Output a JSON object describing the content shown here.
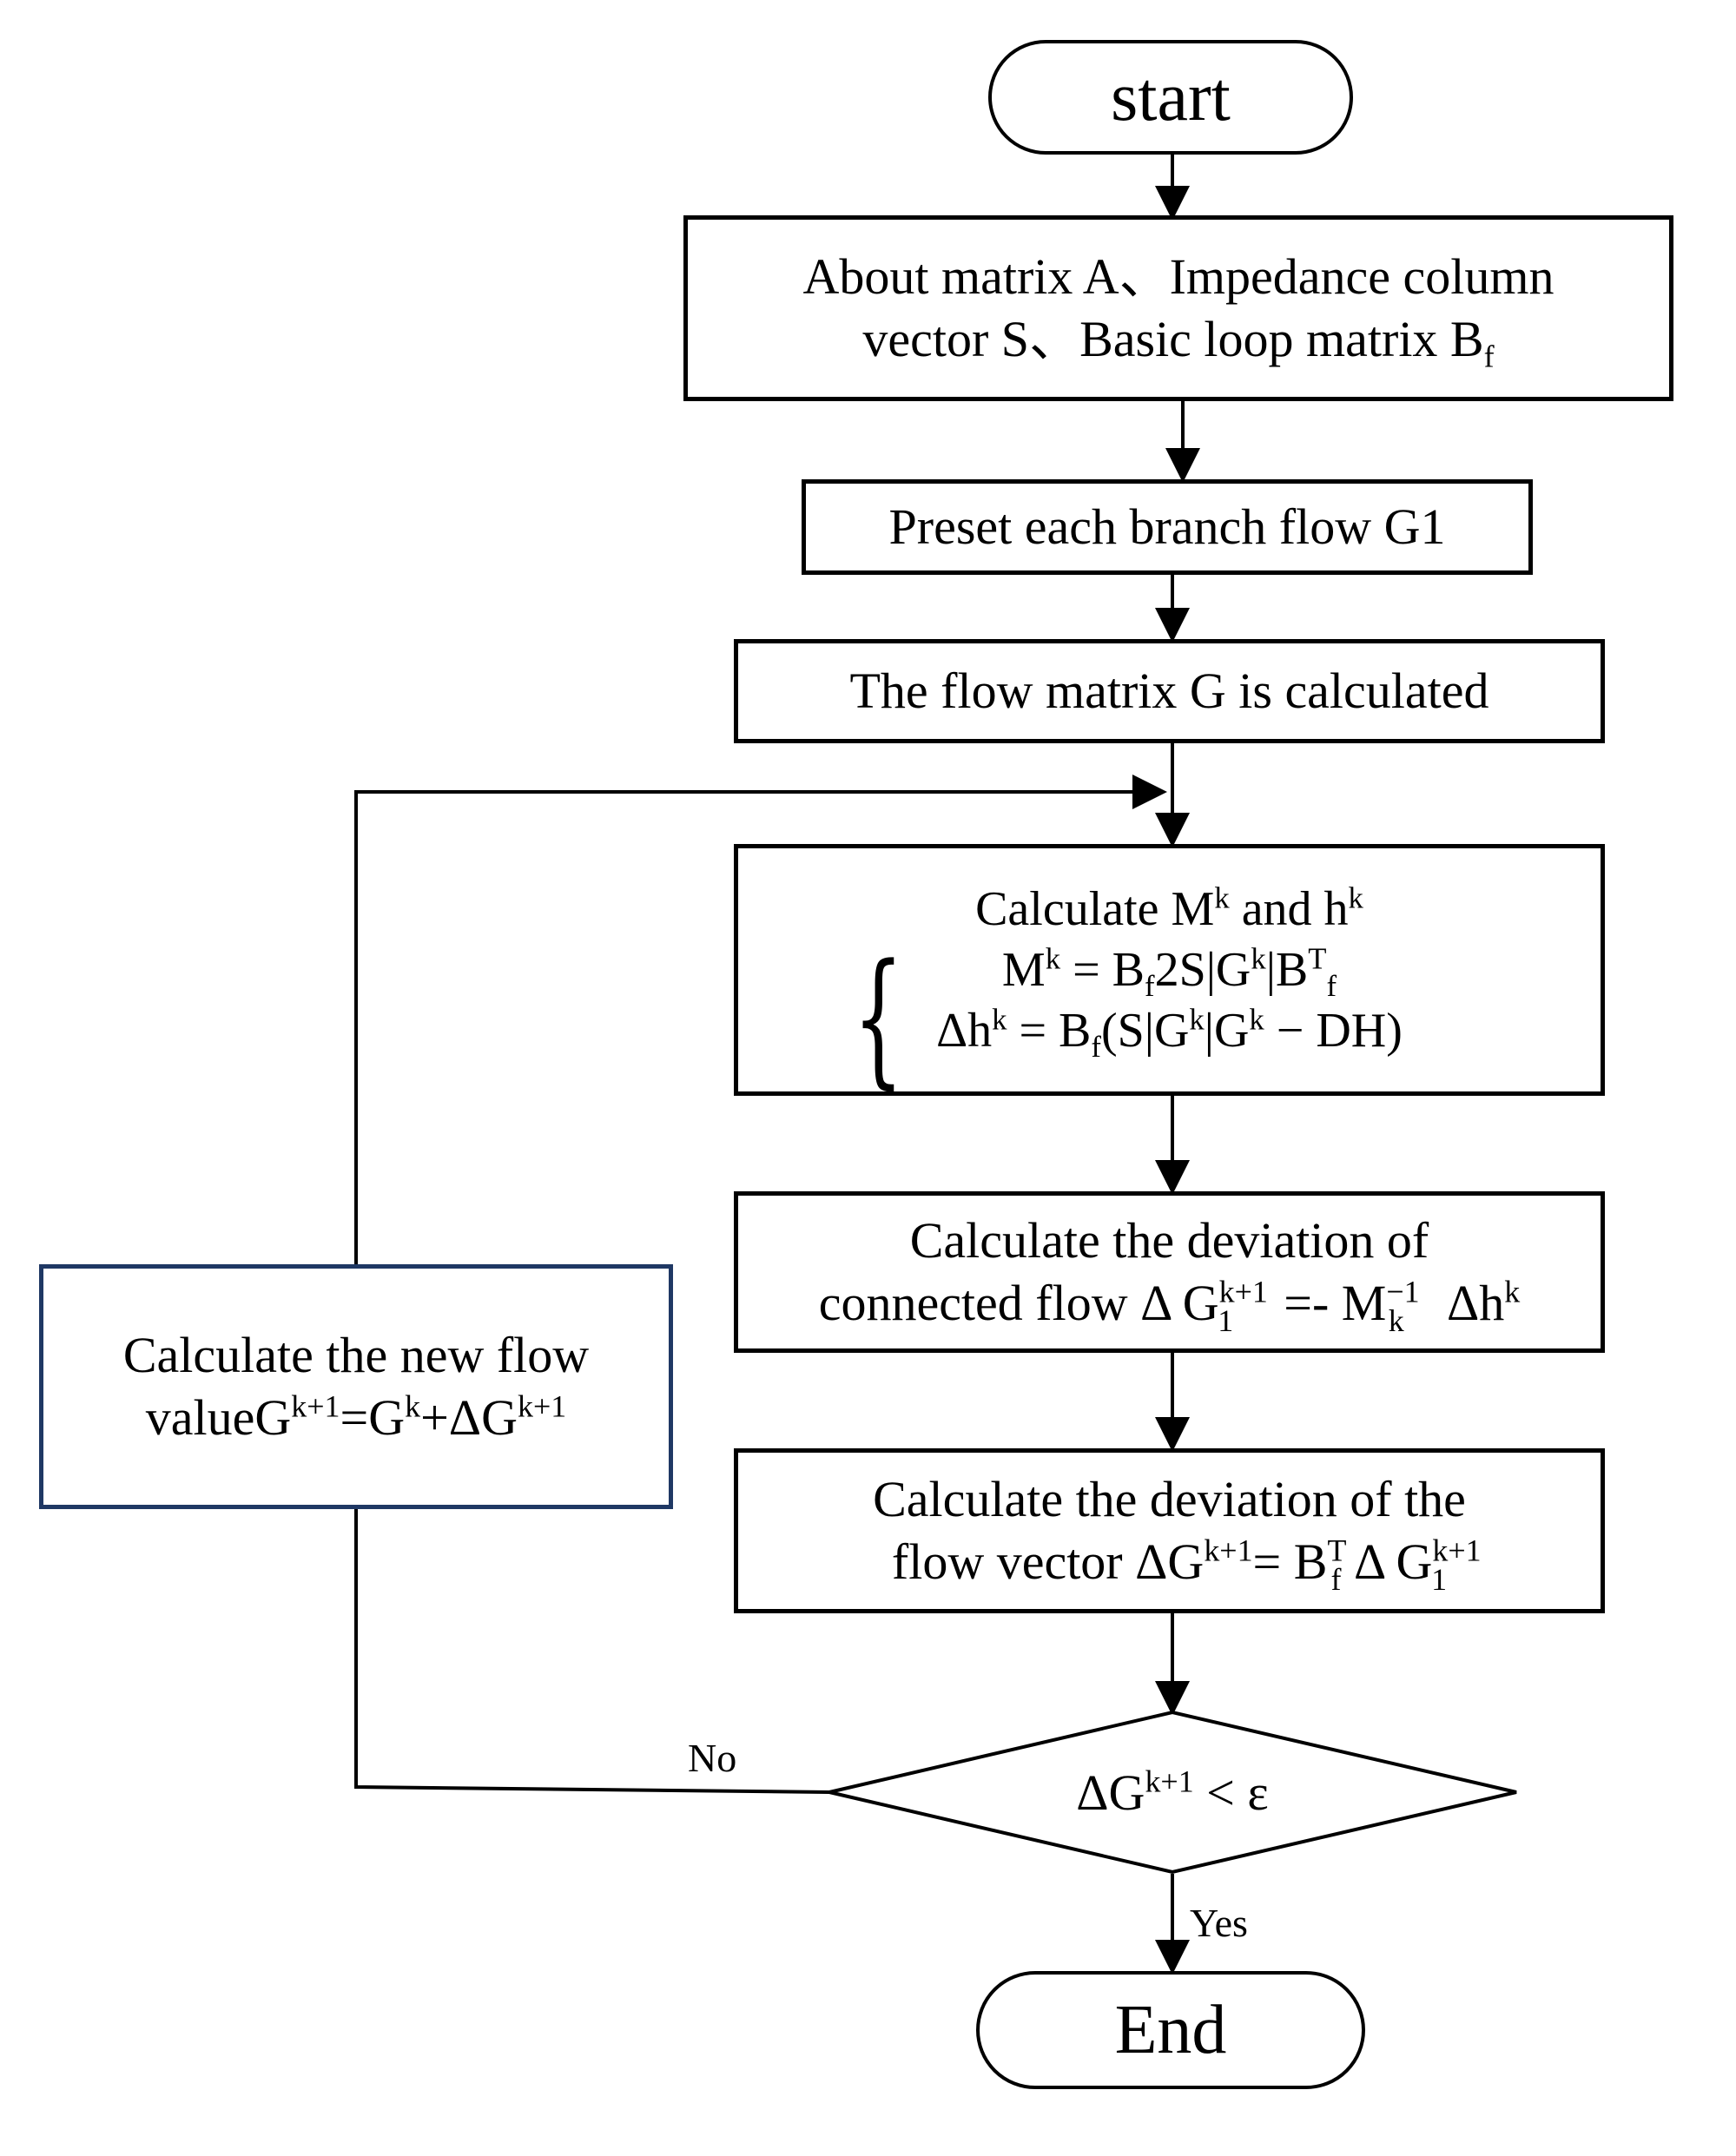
{
  "nodes": {
    "start": {
      "label": "start"
    },
    "inputs": {
      "line1": "About matrix A、Impedance column",
      "line2": "vector S、Basic loop matrix B",
      "line2_sub": "f"
    },
    "preset": {
      "label": "Preset each branch flow G1"
    },
    "flow_matrix": {
      "label": "The flow matrix G is calculated"
    },
    "calc_mh": {
      "title_pre": "Calculate M",
      "k": "k",
      "title_mid": " and h",
      "eq1_lhs": "M",
      "eq1_rhs_a": " = B",
      "f": "f",
      "eq1_rhs_b": "2S|G",
      "eq1_rhs_c": "|B",
      "T": "T",
      "eq2_lhs": "Δh",
      "eq2_rhs_a": " = B",
      "eq2_rhs_b": "(S|G",
      "eq2_rhs_c": "|G",
      "eq2_rhs_d": " − DH)"
    },
    "deviation_connected": {
      "line1": "Calculate the deviation of",
      "line2_a": "connected flow Δ G",
      "sup_k1": "k+1",
      "sub_1": "1",
      "line2_b": "=- M",
      "sup_m1": "−1",
      "sub_k": "k",
      "line2_c": " Δh",
      "sup_k": "k"
    },
    "deviation_vector": {
      "line1": "Calculate the deviation of the",
      "line2_a": "flow vector ΔG",
      "sup_k1": "k+1",
      "line2_b": "= B",
      "sup_T": "T",
      "sub_f": "f",
      "line2_c": " Δ G",
      "sup_k1b": "k+1",
      "sub_1": "1"
    },
    "new_flow": {
      "line1": "Calculate the new flow",
      "line2_a": "valueG",
      "sup_k1": "k+1",
      "line2_b": "=G",
      "sup_k": "k",
      "line2_c": "+ΔG",
      "sup_k1b": "k+1"
    },
    "decision": {
      "text_a": "ΔG",
      "sup_k1": "k+1",
      "text_b": " < ε"
    },
    "end": {
      "label": "End"
    }
  },
  "edge_labels": {
    "no": "No",
    "yes": "Yes"
  }
}
